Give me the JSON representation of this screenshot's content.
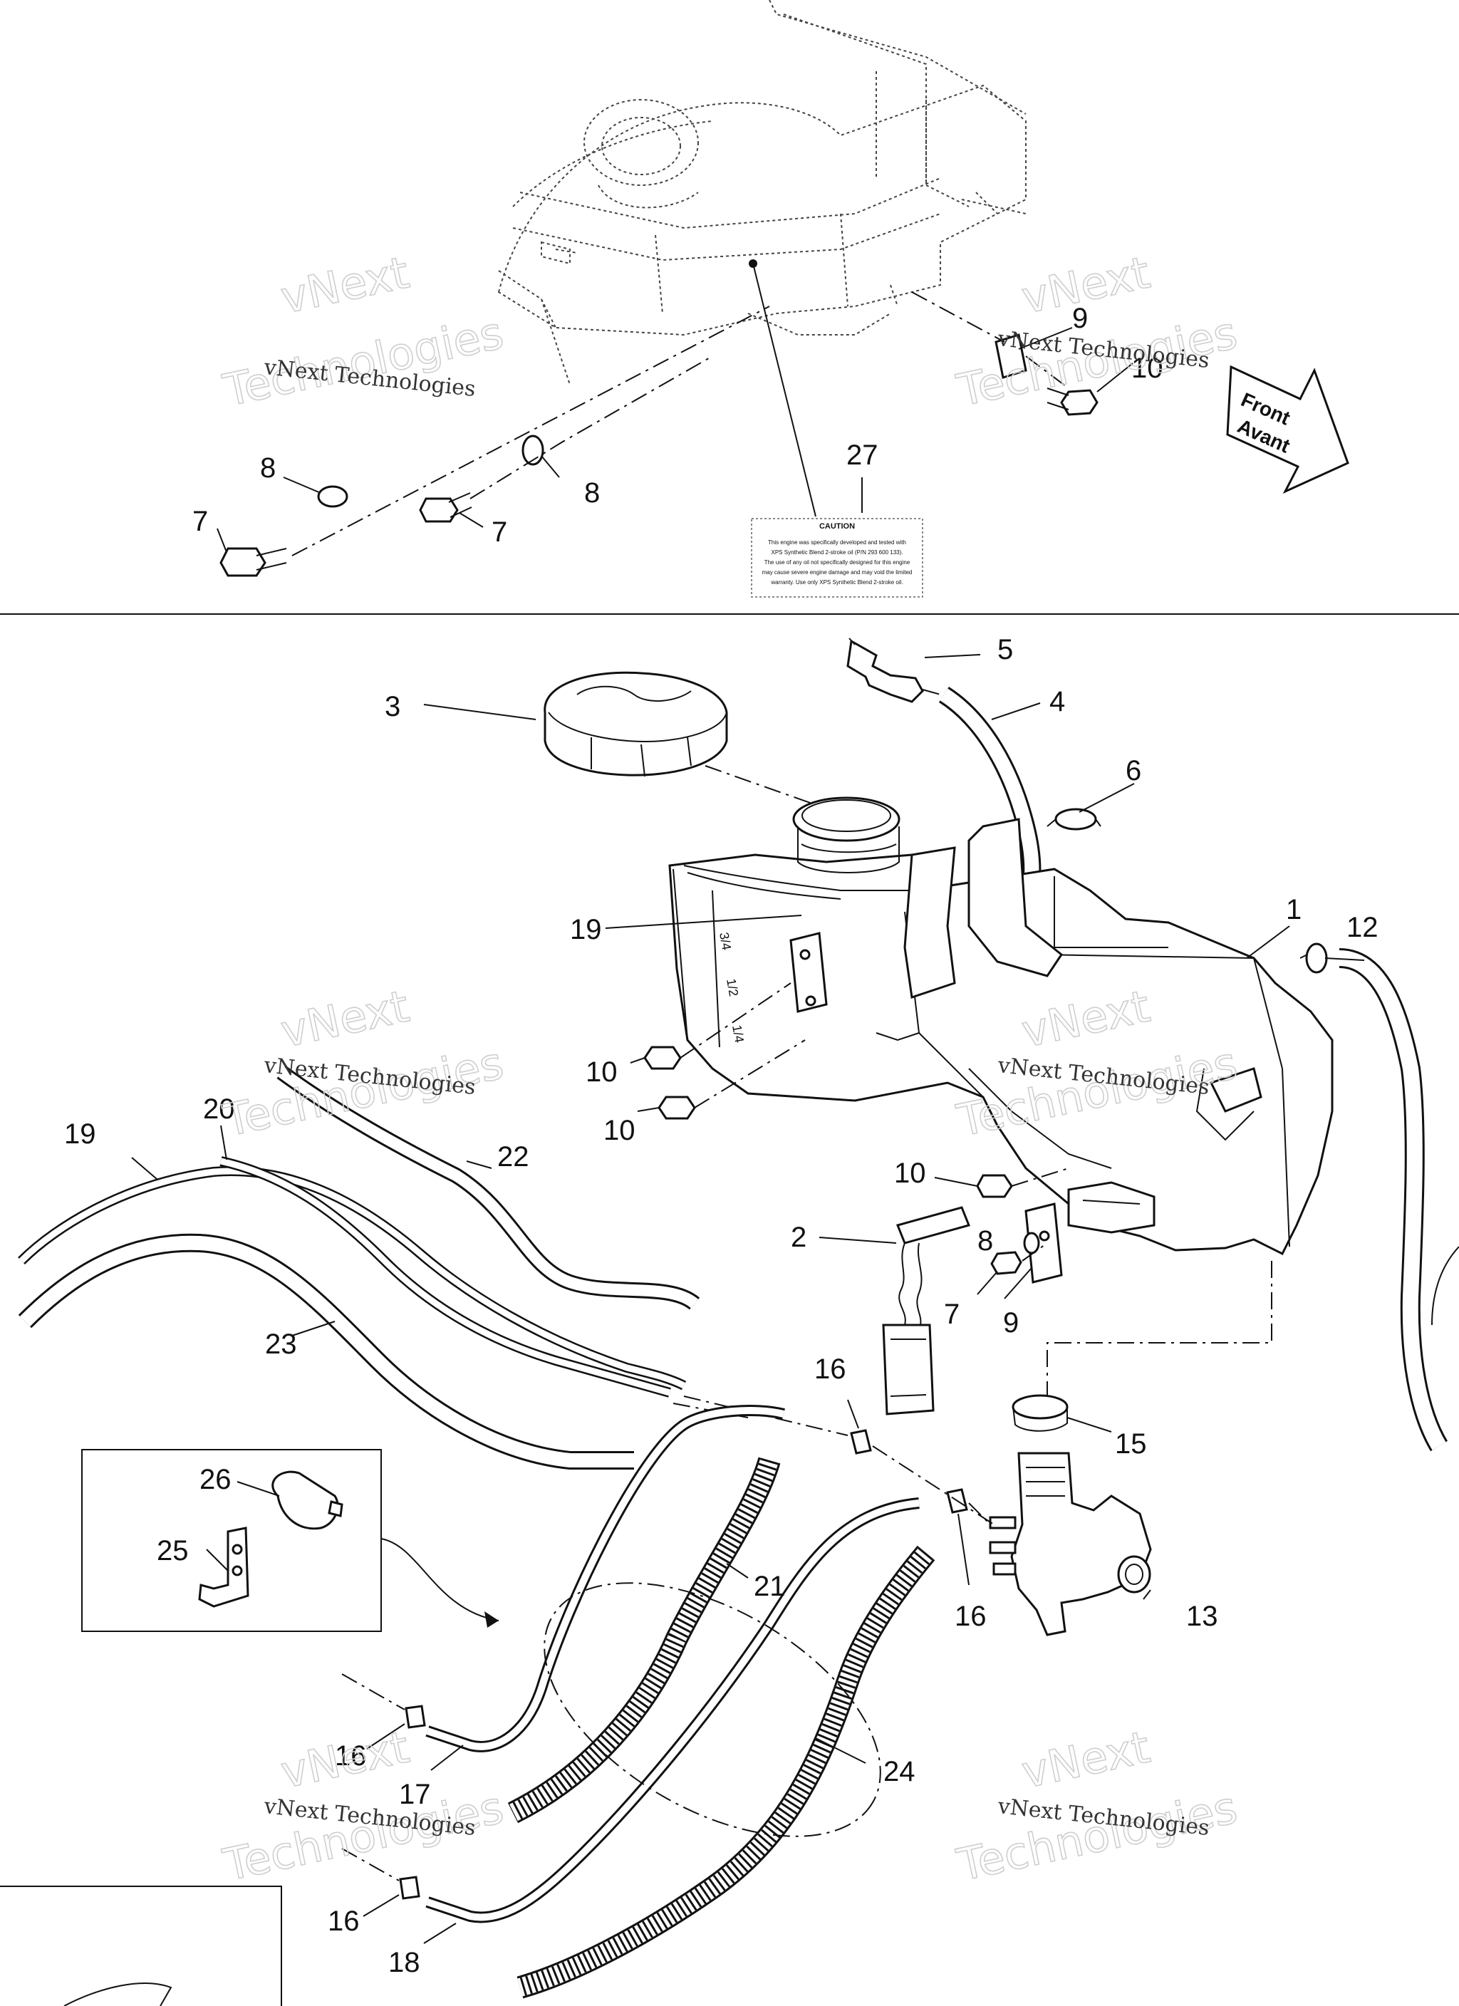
{
  "watermark": {
    "line1": "vNext Technologies",
    "big1": "vNext",
    "big2": "Technologies"
  },
  "arrow": {
    "line1": "Front",
    "line2": "Avant"
  },
  "caution_label": {
    "title": "CAUTION",
    "lines": [
      "This engine was specifically developed and tested with",
      "XPS Synthetic Blend 2-stroke oil (P/N 293 600 133).",
      "The use of any oil not specifically designed for this engine",
      "may cause severe engine damage and may void the limited",
      "warranty. Use only XPS Synthetic Blend 2-stroke oil."
    ]
  },
  "callouts": {
    "c1": "1",
    "c2": "2",
    "c3": "3",
    "c4": "4",
    "c5": "5",
    "c6": "6",
    "c7": "7",
    "c8": "8",
    "c9": "9",
    "c10": "10",
    "c12": "12",
    "c13": "13",
    "c15": "15",
    "c16": "16",
    "c17": "17",
    "c18": "18",
    "c19": "19",
    "c20": "20",
    "c21": "21",
    "c22": "22",
    "c23": "23",
    "c24": "24",
    "c25": "25",
    "c26": "26",
    "c27": "27"
  },
  "tank_marks": [
    "3/4",
    "1/2",
    "1/4"
  ]
}
